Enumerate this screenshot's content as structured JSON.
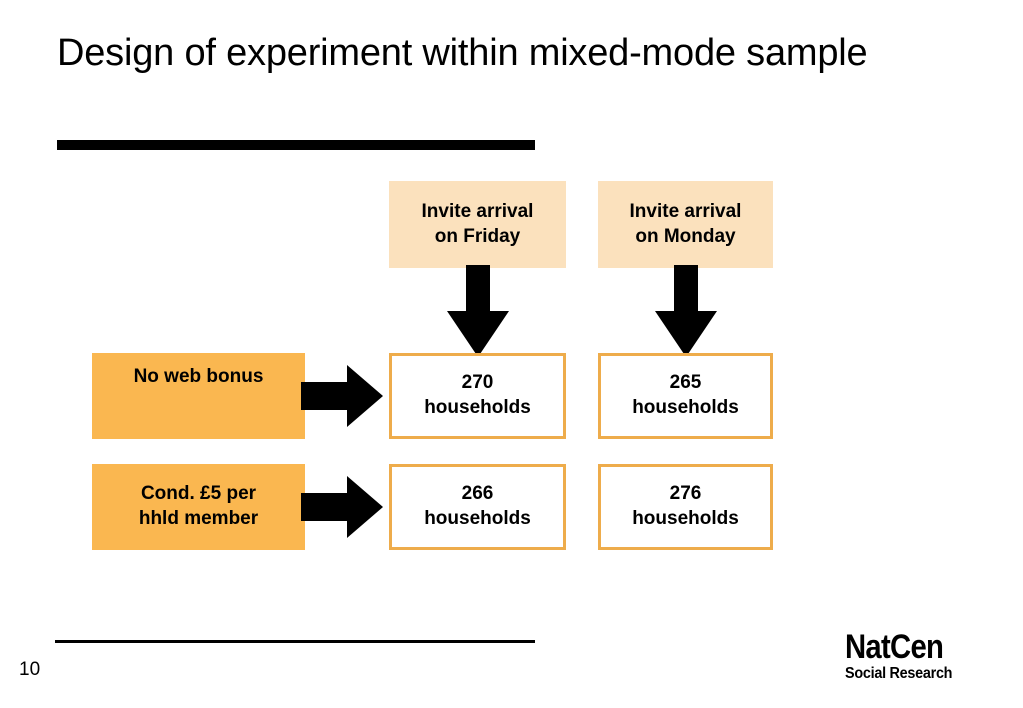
{
  "slide": {
    "title": "Design of experiment within mixed-mode sample",
    "page_number": "10"
  },
  "diagram": {
    "type": "matrix-flow",
    "column_headers": [
      {
        "id": "friday",
        "label_line1": "Invite arrival",
        "label_line2": "on Friday"
      },
      {
        "id": "monday",
        "label_line1": "Invite arrival",
        "label_line2": "on Monday"
      }
    ],
    "row_labels": [
      {
        "id": "no-bonus",
        "label_line1": "No web bonus",
        "label_line2": ""
      },
      {
        "id": "cond-bonus",
        "label_line1": "Cond. £5 per",
        "label_line2": "hhld member"
      }
    ],
    "cells": [
      {
        "row": "no-bonus",
        "column": "friday",
        "count": "270",
        "unit": "households"
      },
      {
        "row": "no-bonus",
        "column": "monday",
        "count": "265",
        "unit": "households"
      },
      {
        "row": "cond-bonus",
        "column": "friday",
        "count": "266",
        "unit": "households"
      },
      {
        "row": "cond-bonus",
        "column": "monday",
        "count": "276",
        "unit": "households"
      }
    ],
    "colors": {
      "header_fill": "#fbe1bd",
      "row_label_fill": "#fab750",
      "cell_border": "#eeac4b",
      "cell_fill": "#ffffff",
      "arrow_fill": "#000000",
      "rule": "#000000"
    }
  },
  "logo": {
    "name": "NatCen",
    "tagline": "Social Research"
  }
}
